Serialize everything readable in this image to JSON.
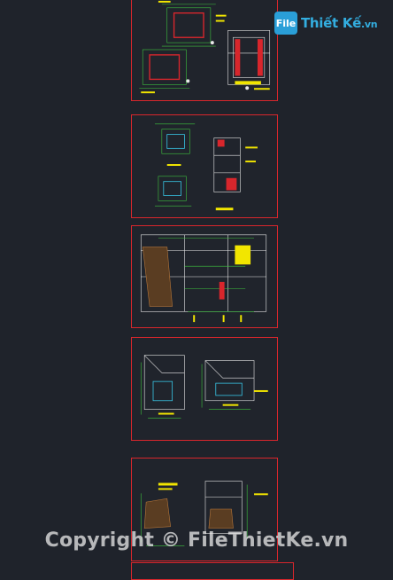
{
  "watermark": {
    "logo_mark": "File",
    "logo_text": "Thiết Kế",
    "logo_suffix": ".vn",
    "copyright": "Copyright © FileThietKe.vn"
  },
  "colors": {
    "background": "#1f232b",
    "sheet_border": "#d8262c",
    "dimension_green": "#3ec43e",
    "annotation_yellow": "#f2e600",
    "cyan_lines": "#38c8e8",
    "white_lines": "#e8e8e8",
    "brand_blue": "#33aee0"
  },
  "sheets": [
    {
      "id": "sheet-1",
      "title_block": "",
      "content": "plan-and-section"
    },
    {
      "id": "sheet-2",
      "title_block": "",
      "content": "plans-and-section"
    },
    {
      "id": "sheet-3",
      "title_block": "",
      "content": "elevation-section"
    },
    {
      "id": "sheet-4",
      "title_block": "",
      "content": "sections"
    },
    {
      "id": "sheet-5",
      "title_block": "",
      "content": "sections-and-details"
    }
  ]
}
